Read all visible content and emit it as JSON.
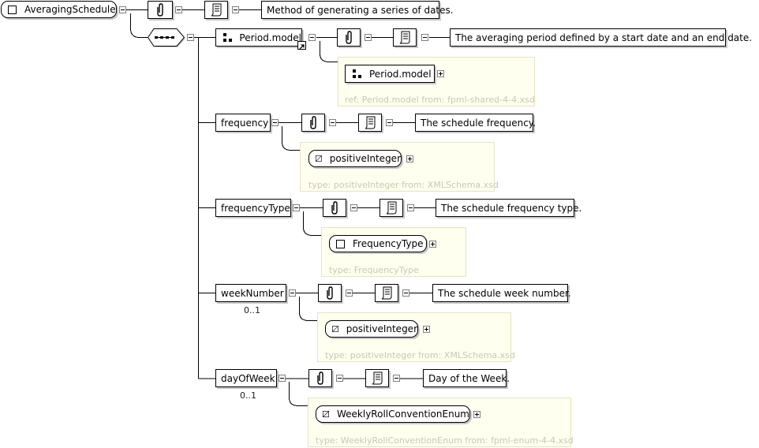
{
  "root": {
    "name": "AveragingSchedule",
    "doc": "Method of generating a series of dates."
  },
  "sequence": {
    "name": "sequence"
  },
  "elements": [
    {
      "key": "period",
      "name": "Period.model",
      "doc": "The averaging period defined by a start date and an end date.",
      "panel_name": "Period.model",
      "panel_text": "ref: Period.model from: fpml-shared-4-4.xsd"
    },
    {
      "key": "frequency",
      "name": "frequency",
      "doc": "The schedule frequency.",
      "panel_name": "positiveInteger",
      "panel_text": "type: positiveInteger from: XMLSchema.xsd"
    },
    {
      "key": "frequencyType",
      "name": "frequencyType",
      "doc": "The schedule frequency type.",
      "panel_name": "FrequencyType",
      "panel_text": "type: FrequencyType"
    },
    {
      "key": "weekNumber",
      "name": "weekNumber",
      "occurrence": "0..1",
      "doc": "The schedule week number.",
      "panel_name": "positiveInteger",
      "panel_text": "type: positiveInteger from: XMLSchema.xsd"
    },
    {
      "key": "dayOfWeek",
      "name": "dayOfWeek",
      "occurrence": "0..1",
      "doc": "Day of the Week.",
      "panel_name": "WeeklyRollConventionEnum",
      "panel_text": "type: WeeklyRollConventionEnum from: fpml-enum-4-4.xsd"
    }
  ],
  "icons": {
    "annotation": "paperclip-icon",
    "documentation": "scroll-icon",
    "complex": "square-icon",
    "simple": "triangle-icon",
    "group": "group-icon",
    "reference": "arrow-icon"
  },
  "colors": {
    "panel_bg": "#fffff0",
    "panel_border": "#e8e2c6",
    "panel_text": "#c8c8b4",
    "shadow": "#c8c8c8"
  }
}
